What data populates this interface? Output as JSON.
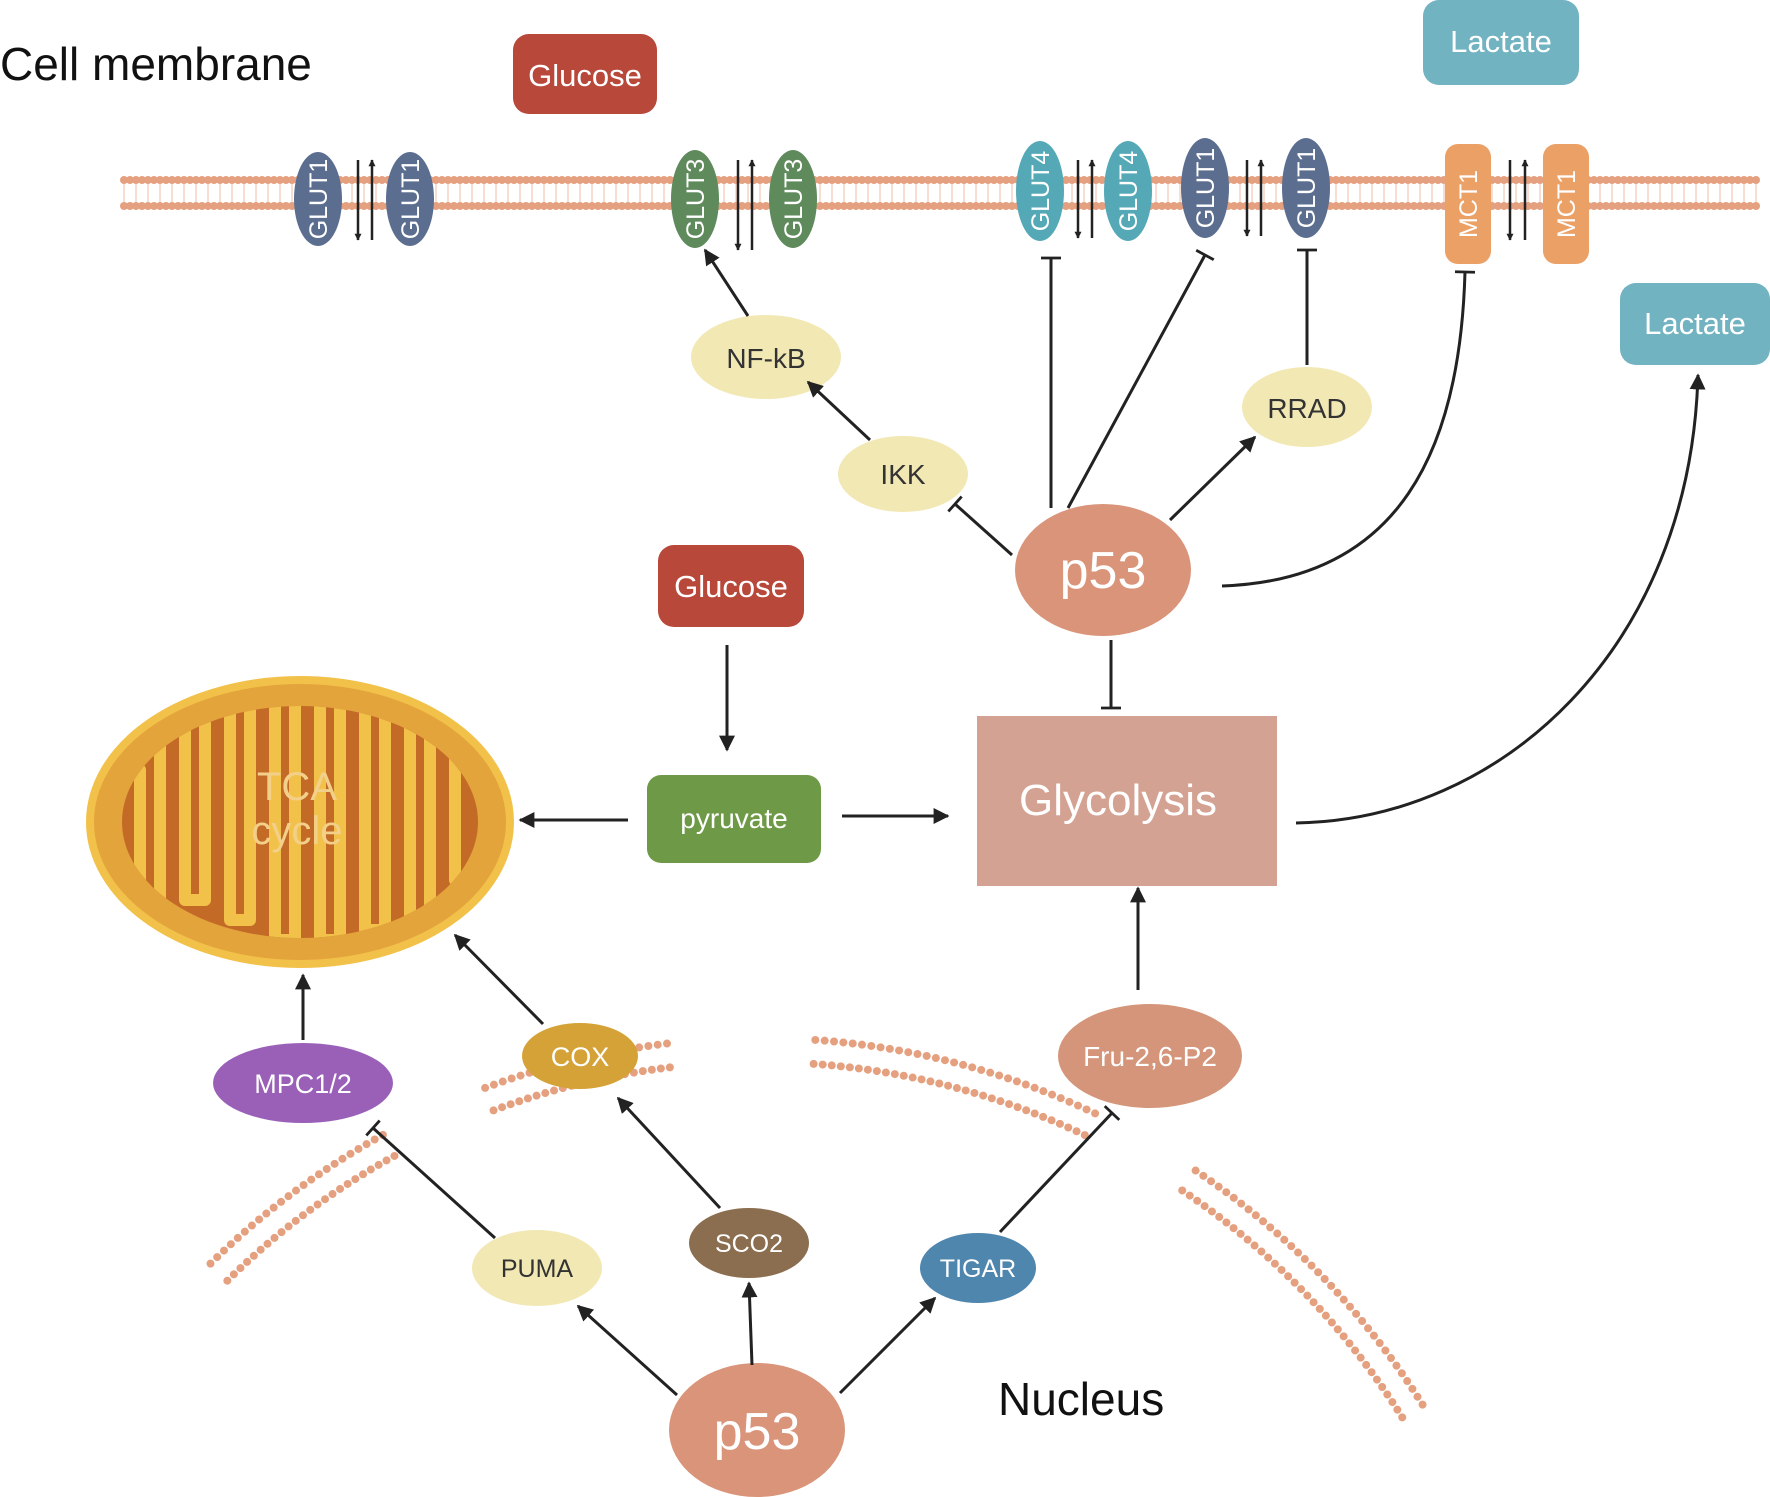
{
  "labels": {
    "cell_membrane": "Cell membrane",
    "nucleus": "Nucleus"
  },
  "nodes": {
    "glucose_outside": "Glucose",
    "lactate_outside": "Lactate",
    "lactate_cytosol": "Lactate",
    "glucose_cytosol": "Glucose",
    "pyruvate": "pyruvate",
    "glycolysis": "Glycolysis",
    "tca_line1": "TCA",
    "tca_line2": "cycle",
    "p53_upper": "p53",
    "p53_lower": "p53",
    "nfkb": "NF-kB",
    "ikk": "IKK",
    "rrad": "RRAD",
    "mpc": "MPC1/2",
    "cox": "COX",
    "fru": "Fru-2,6-P2",
    "puma": "PUMA",
    "sco2": "SCO2",
    "tigar": "TIGAR"
  },
  "transporters": {
    "glut1_a_left": "GLUT1",
    "glut1_a_right": "GLUT1",
    "glut3_left": "GLUT3",
    "glut3_right": "GLUT3",
    "glut4_left": "GLUT4",
    "glut4_right": "GLUT4",
    "glut1_b_left": "GLUT1",
    "glut1_b_right": "GLUT1",
    "mct1_left": "MCT1",
    "mct1_right": "MCT1"
  },
  "colors": {
    "membrane": "#e4a07f",
    "glucose": "#b8483a",
    "lactate": "#72b3c1",
    "pyruvate": "#6e9a47",
    "glycolysis": "#d4a292",
    "p53": "#d99479",
    "glut1": "#5b6e8f",
    "glut3": "#5e8a5c",
    "glut4": "#55a9b7",
    "mct1": "#eba066",
    "pale_node": "#f2e8b4",
    "mpc": "#9a60b8",
    "cox": "#d4a236",
    "sco2": "#8a6e4f",
    "tigar": "#4f86ad",
    "fru": "#d4957a",
    "mito_outer": "#e3a43c",
    "mito_inner": "#c46a27"
  }
}
